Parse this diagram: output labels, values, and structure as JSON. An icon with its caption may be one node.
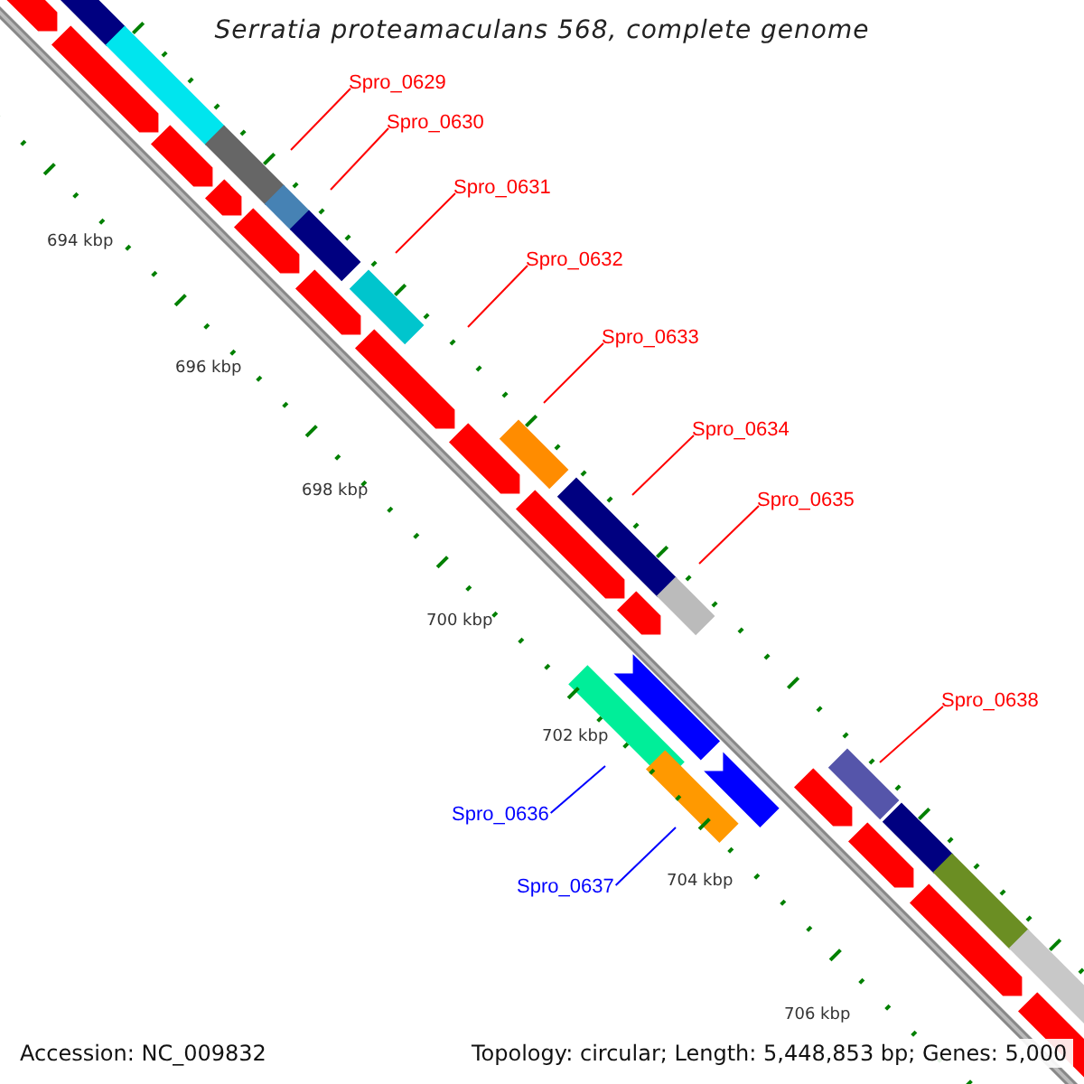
{
  "diagram": {
    "title": "Serratia proteamaculans 568, complete genome",
    "nodes": [
      {
        "text": [
          "Spro_0629"
        ]
      },
      {
        "text": [
          "Spro_0630"
        ]
      },
      {
        "text": [
          "Spro_0631"
        ]
      },
      {
        "text": [
          "Spro_0632"
        ]
      },
      {
        "text": [
          "Spro_0633"
        ]
      },
      {
        "text": [
          "Spro_0634"
        ]
      },
      {
        "text": [
          "Spro_0635"
        ]
      },
      {
        "text": [
          "Spro_0636"
        ]
      },
      {
        "text": [
          "Spro_0637"
        ]
      },
      {
        "text": [
          "Spro_0638"
        ]
      }
    ],
    "edges": [
      {
        "from": 0,
        "to": null,
        "arrow": "none",
        "color": "#ff0000"
      },
      {
        "from": 1,
        "to": null,
        "arrow": "none",
        "color": "#ff0000"
      },
      {
        "from": 2,
        "to": null,
        "arrow": "none",
        "color": "#ff0000"
      },
      {
        "from": 3,
        "to": null,
        "arrow": "none",
        "color": "#ff0000"
      },
      {
        "from": 4,
        "to": null,
        "arrow": "none",
        "color": "#ff0000"
      },
      {
        "from": 5,
        "to": null,
        "arrow": "none",
        "color": "#ff0000"
      },
      {
        "from": 6,
        "to": null,
        "arrow": "none",
        "color": "#ff0000"
      },
      {
        "from": 7,
        "to": null,
        "arrow": "none",
        "color": "#0000ff"
      },
      {
        "from": 8,
        "to": null,
        "arrow": "none",
        "color": "#0000ff"
      },
      {
        "from": 9,
        "to": null,
        "arrow": "none",
        "color": "#ff0000"
      }
    ],
    "labels": [
      "694 kbp",
      "696 kbp",
      "698 kbp",
      "700 kbp",
      "702 kbp",
      "704 kbp",
      "706 kbp",
      "Accession: NC_009832",
      "Topology: circular; Length: 5,448,853 bp; Genes: 5,000"
    ]
  }
}
